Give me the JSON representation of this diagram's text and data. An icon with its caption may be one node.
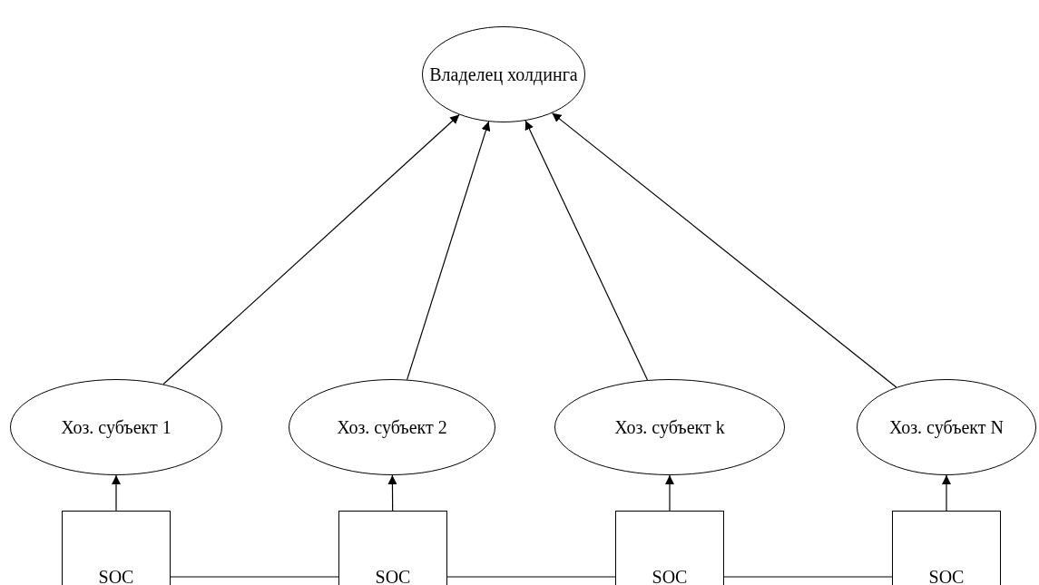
{
  "diagram": {
    "nodes": [
      {
        "text": [
          "Владелец холдинга"
        ]
      },
      {
        "text": [
          "Хоз. субъект 1"
        ]
      },
      {
        "text": [
          "Хоз. субъект 2"
        ]
      },
      {
        "text": [
          "Хоз. субъект k"
        ]
      },
      {
        "text": [
          "Хоз. субъект N"
        ]
      },
      {
        "text": [
          "SOC"
        ]
      },
      {
        "text": [
          "SOC"
        ]
      },
      {
        "text": [
          "SOC"
        ]
      },
      {
        "text": [
          "SOC"
        ]
      }
    ],
    "edges": [
      {
        "from": 1,
        "to": 0,
        "arrow": "to"
      },
      {
        "from": 2,
        "to": 0,
        "arrow": "to"
      },
      {
        "from": 3,
        "to": 0,
        "arrow": "to"
      },
      {
        "from": 4,
        "to": 0,
        "arrow": "to"
      },
      {
        "from": 5,
        "to": 1,
        "arrow": "to"
      },
      {
        "from": 6,
        "to": 2,
        "arrow": "to"
      },
      {
        "from": 7,
        "to": 3,
        "arrow": "to"
      },
      {
        "from": 8,
        "to": 4,
        "arrow": "to"
      },
      {
        "from": 5,
        "to": 6,
        "arrow": "none"
      },
      {
        "from": 6,
        "to": 7,
        "arrow": "none"
      },
      {
        "from": 7,
        "to": 8,
        "arrow": "none"
      }
    ]
  }
}
